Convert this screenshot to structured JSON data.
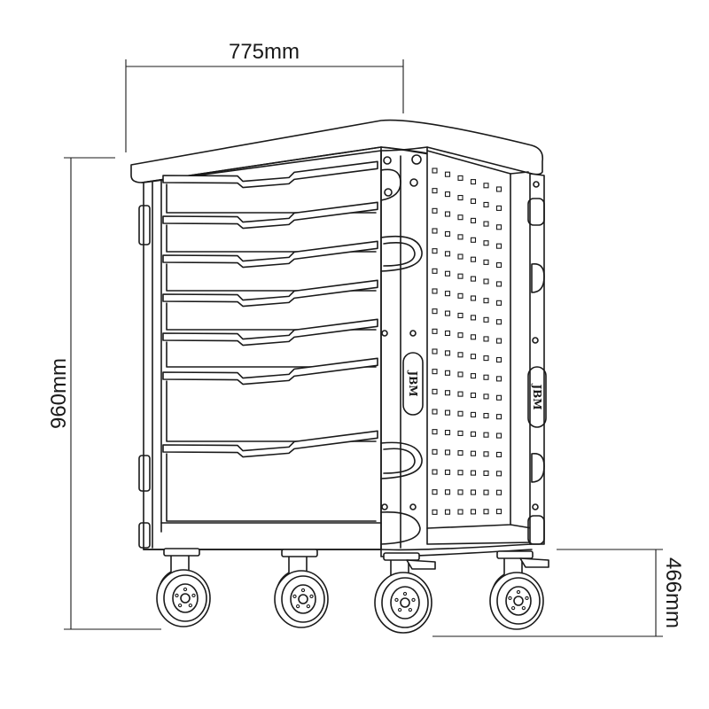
{
  "dimensions": {
    "width_label": "775mm",
    "height_label": "960mm",
    "wheel_height_label": "466mm"
  },
  "brand": {
    "logo_text": "JBM"
  },
  "drawer_count": 7,
  "colors": {
    "line": "#1a1a1a",
    "background": "#ffffff"
  }
}
